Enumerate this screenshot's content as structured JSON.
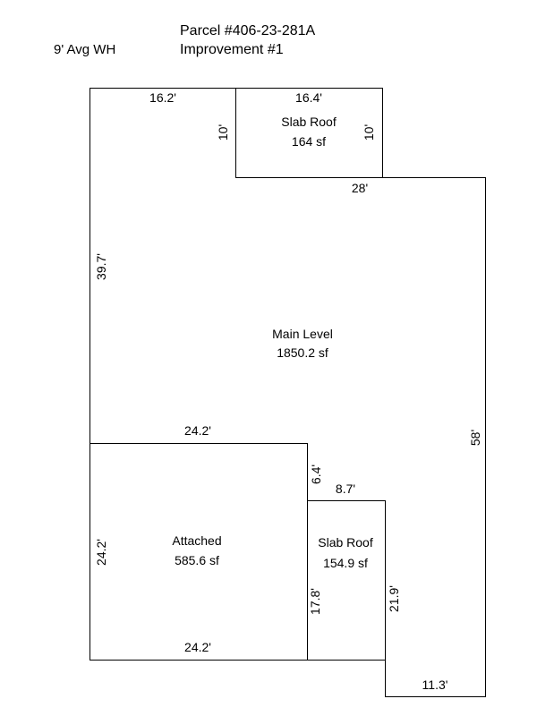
{
  "header": {
    "parcel": "Parcel #406-23-281A",
    "improvement": "Improvement #1",
    "wall_height": "9' Avg WH"
  },
  "areas": {
    "main": {
      "name": "Main Level",
      "area": "1850.2 sf"
    },
    "slab_top": {
      "name": "Slab Roof",
      "area": "164 sf"
    },
    "attached": {
      "name": "Attached",
      "area": "585.6 sf"
    },
    "slab_bottom": {
      "name": "Slab Roof",
      "area": "154.9 sf"
    }
  },
  "dimensions": {
    "main_top_left": "16.2'",
    "slab_top_top": "16.4'",
    "slab_top_left": "10'",
    "slab_top_right": "10'",
    "main_top_right": "28'",
    "main_left": "39.7'",
    "main_right": "58'",
    "attached_top": "24.2'",
    "attached_left": "24.2'",
    "attached_bottom": "24.2'",
    "notch_vertical": "6.4'",
    "slab_bottom_top": "8.7'",
    "slab_bottom_left": "17.8'",
    "slab_bottom_right": "21.9'",
    "main_bottom": "11.3'"
  }
}
